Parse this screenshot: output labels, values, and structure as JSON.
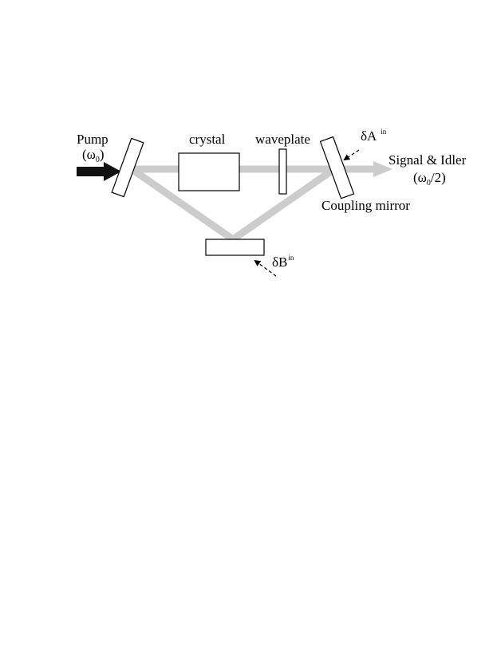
{
  "labels": {
    "pump": "Pump",
    "pump_freq_open": "(ω",
    "pump_freq_sub": "0",
    "pump_freq_close": ")",
    "crystal": "crystal",
    "waveplate": "waveplate",
    "signal_idler": "Signal & Idler",
    "signal_freq_open": "(ω",
    "signal_freq_sub": "0",
    "signal_freq_close": "/2)",
    "coupling_mirror": "Coupling mirror",
    "delta_a": "δA",
    "delta_a_sup": "in",
    "delta_b": "δB",
    "delta_b_sup": "in"
  },
  "colors": {
    "beam": "#cccccc",
    "pump_arrow": "#111111",
    "outline": "#000000"
  }
}
